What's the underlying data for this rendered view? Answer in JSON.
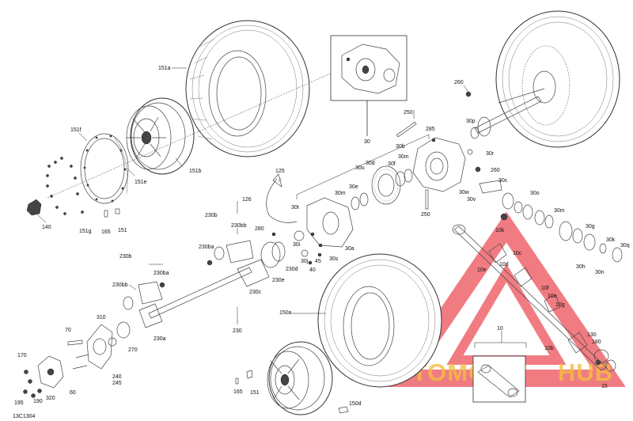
{
  "diagram_code": "13C1304",
  "watermark": {
    "text_left": "AUTOMOTO",
    "text_right": "HUB",
    "color_triangle": "#e8323c",
    "color_text": "#f2b21c"
  },
  "parts": {
    "p151a": "151a",
    "p151f": "151f",
    "p151e": "151e",
    "p151b": "151b",
    "p151g": "151g",
    "p140": "140",
    "p165a": "165",
    "p151": "151",
    "p30": "30",
    "p250a": "250",
    "p285": "285",
    "p260a": "260",
    "p30p": "30p",
    "p30b": "30b",
    "p30m1": "30m",
    "p30f": "30f",
    "p30d": "30d",
    "p30u": "30u",
    "p30e": "30e",
    "p30m2": "30m",
    "p30t": "30t",
    "p30r": "30r",
    "p260b": "260",
    "p30c": "30c",
    "p30w": "30w",
    "p30v": "30v",
    "p250b": "250",
    "p30o": "30o",
    "p30m3": "30m",
    "p30g": "30g",
    "p30k": "30k",
    "p30q": "30q",
    "p30h": "30h",
    "p30n": "30n",
    "p125": "125",
    "p126": "126",
    "p280": "280",
    "p30a": "30a",
    "p30s": "30s",
    "p45": "45",
    "p40": "40",
    "p30i": "30i",
    "p30j": "30j",
    "p230d": "230d",
    "p230e": "230e",
    "p230c": "230c",
    "p230b1": "230b",
    "p230bb1": "230bb",
    "p230ba1": "230ba",
    "p230b2": "230b",
    "p230bb2": "230bb",
    "p230ba2": "230ba",
    "p230": "230",
    "p230a": "230a",
    "p310": "310",
    "p270": "270",
    "p70": "70",
    "p240": "240",
    "p245": "245",
    "p170": "170",
    "p60": "60",
    "p320": "320",
    "p190": "190",
    "p195": "195",
    "p150a": "150a",
    "p165b": "165",
    "p151b2": "151",
    "p150d": "150d",
    "p10": "10",
    "p130": "130",
    "p180": "180",
    "p15": "15",
    "p10b": "10b",
    "p10g": "10g",
    "p10a": "10a",
    "p10f": "10f",
    "p10c": "10c",
    "p10e": "10e",
    "p10k": "10k",
    "p10d": "10d"
  }
}
